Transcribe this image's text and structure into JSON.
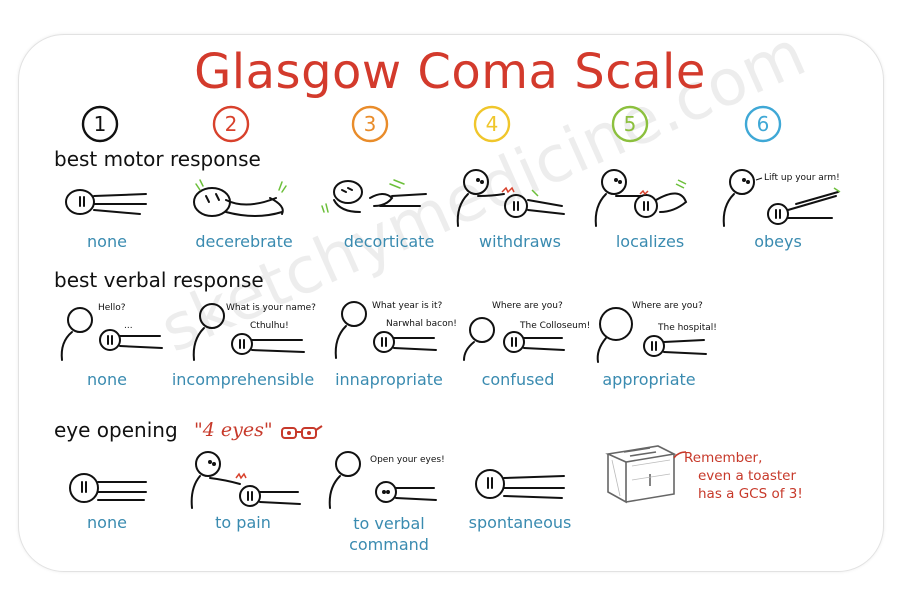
{
  "title": "Glasgow Coma Scale",
  "watermark": "sketchymedicine.com",
  "scale_numbers": [
    {
      "value": "1",
      "color": "#111111"
    },
    {
      "value": "2",
      "color": "#d8412c"
    },
    {
      "value": "3",
      "color": "#e98c2a"
    },
    {
      "value": "4",
      "color": "#f0c62b"
    },
    {
      "value": "5",
      "color": "#8cc03e"
    },
    {
      "value": "6",
      "color": "#3fa8d6"
    }
  ],
  "motor": {
    "heading": "best motor response",
    "labels": [
      "none",
      "decerebrate",
      "decorticate",
      "withdraws",
      "localizes",
      "obeys"
    ],
    "speech": {
      "obeys": "Lift up your arm!"
    }
  },
  "verbal": {
    "heading": "best verbal response",
    "labels": [
      "none",
      "incomprehensible",
      "innapropriate",
      "confused",
      "appropriate"
    ],
    "speech": {
      "none_q": "Hello?",
      "none_a": "...",
      "incomp_q": "What is your name?",
      "incomp_a": "Cthulhu!",
      "inapp_q": "What year is it?",
      "inapp_a": "Narwhal bacon!",
      "conf_q": "Where are you?",
      "conf_a": "The Colloseum!",
      "appr_q": "Where are you?",
      "appr_a": "The hospital!"
    }
  },
  "eye": {
    "heading": "eye opening",
    "note": "\"4 eyes\"",
    "labels": [
      "none",
      "to pain",
      "to verbal command",
      "spontaneous"
    ],
    "speech": {
      "verbal": "Open your eyes!"
    }
  },
  "remember": [
    "Remember,",
    "even a toaster",
    "has a GCS of 3!"
  ],
  "colors": {
    "title": "#d33a2c",
    "label": "#3a8bb0",
    "accent_green": "#6cbf3a",
    "accent_red": "#d8412c"
  }
}
